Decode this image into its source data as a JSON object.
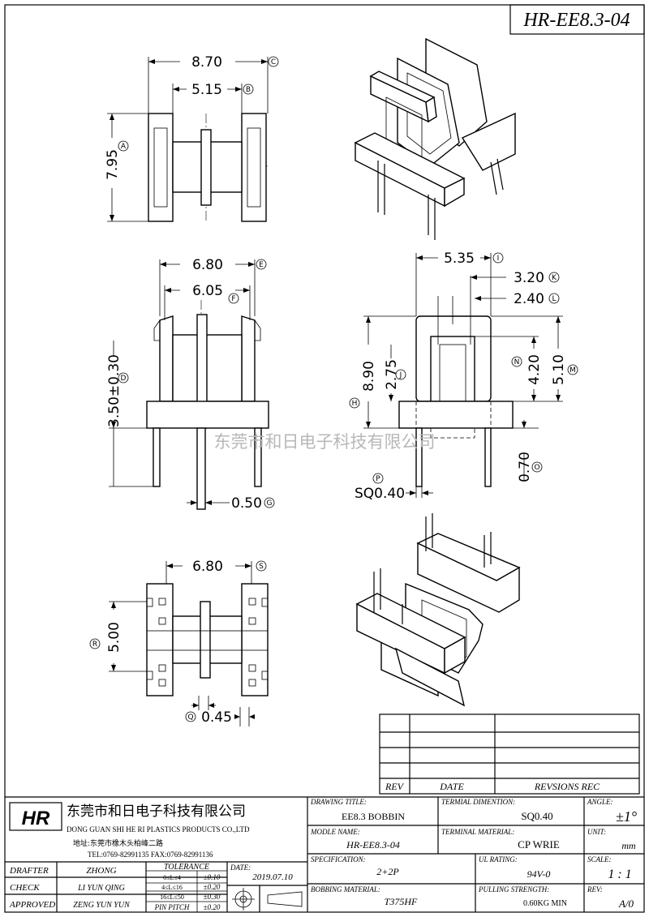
{
  "drawing_number": "HR-EE8.3-04",
  "watermark": "东莞市和日电子科技有限公司",
  "views": {
    "top": {
      "dims": [
        {
          "value": "8.70",
          "tag": "C"
        },
        {
          "value": "5.15",
          "tag": "B"
        },
        {
          "value": "7.95",
          "tag": "A"
        }
      ]
    },
    "front": {
      "dims": [
        {
          "value": "6.80",
          "tag": "E"
        },
        {
          "value": "6.05",
          "tag": "F"
        },
        {
          "value": "3.50±0.30",
          "tag": "D"
        },
        {
          "value": "0.50",
          "tag": "G"
        }
      ]
    },
    "side": {
      "dims": [
        {
          "value": "5.35",
          "tag": "I"
        },
        {
          "value": "3.20",
          "tag": "K"
        },
        {
          "value": "2.40",
          "tag": "L"
        },
        {
          "value": "8.90",
          "tag": "H"
        },
        {
          "value": "2.75",
          "tag": "J"
        },
        {
          "value": "4.20",
          "tag": "N"
        },
        {
          "value": "5.10",
          "tag": "M"
        },
        {
          "value": "0.70",
          "tag": "O"
        },
        {
          "value": "SQ0.40",
          "tag": "P"
        }
      ]
    },
    "bottom": {
      "dims": [
        {
          "value": "6.80",
          "tag": "S"
        },
        {
          "value": "5.00",
          "tag": "R"
        },
        {
          "value": "0.45",
          "tag": "Q"
        }
      ]
    }
  },
  "revision_table": {
    "headers": [
      "REV",
      "DATE",
      "REVSIONS  REC"
    ]
  },
  "company": {
    "logo": "HR",
    "name_cn": "东莞市和日电子科技有限公司",
    "name_en": "DONG GUAN SHI HE RI  PLASTICS PRODUCTS  CO.,LTD",
    "address": "地址:东莞市橡木头柏峰二路",
    "contact": "TEL:0769-82991135    FAX:0769-82991136"
  },
  "signoff": [
    {
      "role": "DRAFTER",
      "name": "ZHONG"
    },
    {
      "role": "CHECK",
      "name": "LI YUN QING"
    },
    {
      "role": "APPROVED",
      "name": "ZENG YUN YUN"
    }
  ],
  "tolerance": {
    "header": "TOLERANCE",
    "rows": [
      {
        "range": "0≤L≤4",
        "value": "±0.10"
      },
      {
        "range": "4≤L≤16",
        "value": "±0.20"
      },
      {
        "range": "16≤L≤50",
        "value": "±0.30"
      },
      {
        "range": "PIN PITCH",
        "value": "±0.20"
      }
    ]
  },
  "date": {
    "label": "DATE:",
    "value": "2019.07.10"
  },
  "fields": {
    "drawing_title": {
      "label": "DRAWING TITLE:",
      "value": "EE8.3 BOBBIN"
    },
    "terminal_dimention": {
      "label": "TERMIAL DIMENTION:",
      "value": "SQ0.40"
    },
    "angle": {
      "label": "ANGLE:",
      "value": "±1°"
    },
    "module_name": {
      "label": "MODLE NAME:",
      "value": "HR-EE8.3-04"
    },
    "terminal_material": {
      "label": "TERMINAL MATERIAL:",
      "value": "CP WRIE"
    },
    "unit": {
      "label": "UNIT:",
      "value": "mm"
    },
    "specification": {
      "label": "SPECIFICATION:",
      "value": "2+2P"
    },
    "ul_rating": {
      "label": "UL RATING:",
      "value": "94V-0"
    },
    "scale": {
      "label": "SCALE:",
      "value": "1 : 1"
    },
    "bobbing_material": {
      "label": "BOBBING MATERIAL:",
      "value": "T375HF"
    },
    "pulling_strength": {
      "label": "PULLING STRENGTH:",
      "value": "0.60KG MIN"
    },
    "rev": {
      "label": "REV:",
      "value": "A/0"
    }
  }
}
